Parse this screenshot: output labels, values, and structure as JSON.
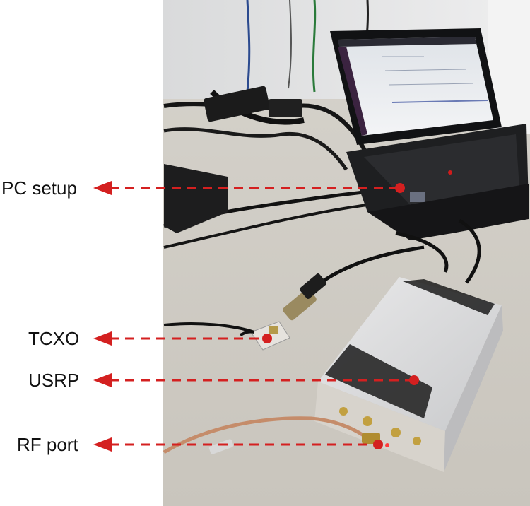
{
  "annotations": [
    {
      "id": "pc-setup",
      "label": "PC setup"
    },
    {
      "id": "tcxo",
      "label": "TCXO"
    },
    {
      "id": "usrp",
      "label": "USRP"
    },
    {
      "id": "rf-port",
      "label": "RF port"
    }
  ],
  "colors": {
    "annotation_line": "#d42020",
    "annotation_dot": "#d42020",
    "label_text": "#111111",
    "margin_background": "#ffffff"
  }
}
